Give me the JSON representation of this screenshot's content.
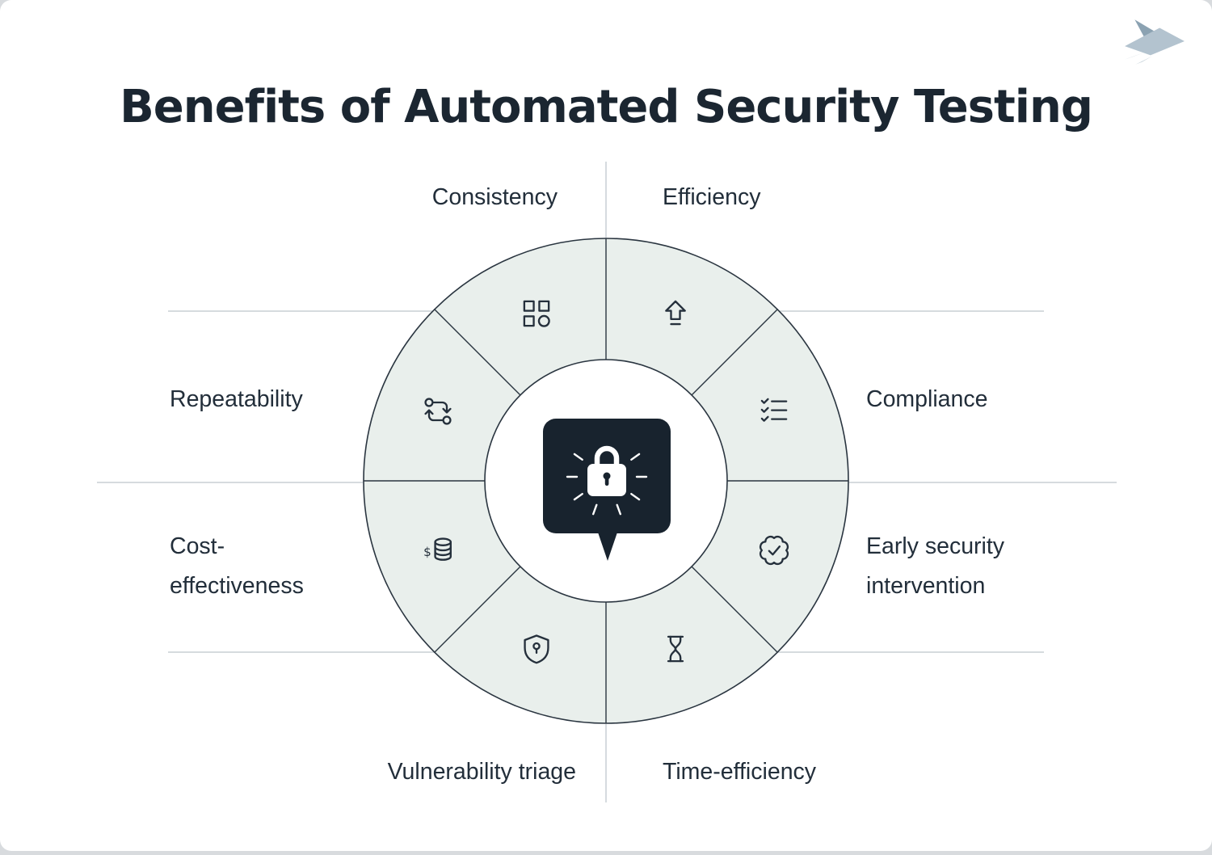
{
  "page": {
    "title": "Benefits of Automated Security Testing"
  },
  "logo": {
    "name": "swift-bird-logo"
  },
  "center": {
    "icon": "padlock-burst-icon",
    "background": "#18232e"
  },
  "segments": [
    {
      "label": "Consistency",
      "icon": "grid-squares-icon"
    },
    {
      "label": "Efficiency",
      "icon": "arrow-up-icon"
    },
    {
      "label": "Compliance",
      "icon": "checklist-icon"
    },
    {
      "label": "Early security intervention",
      "icon": "verified-badge-icon"
    },
    {
      "label": "Time-efficiency",
      "icon": "hourglass-icon"
    },
    {
      "label": "Vulnerability triage",
      "icon": "shield-keyhole-icon"
    },
    {
      "label": "Cost-effectiveness",
      "icon": "coins-dollar-icon"
    },
    {
      "label": "Repeatability",
      "icon": "compare-arrows-icon"
    }
  ],
  "glyphs": {
    "dollar_sign": "$"
  },
  "colors": {
    "ring_fill": "#e9efec",
    "ink": "#222e3a",
    "guide_line": "#c9cfd4",
    "center_background": "#18232e",
    "logo_light": "#b3c3cf",
    "logo_dark": "#8ba2b2"
  }
}
